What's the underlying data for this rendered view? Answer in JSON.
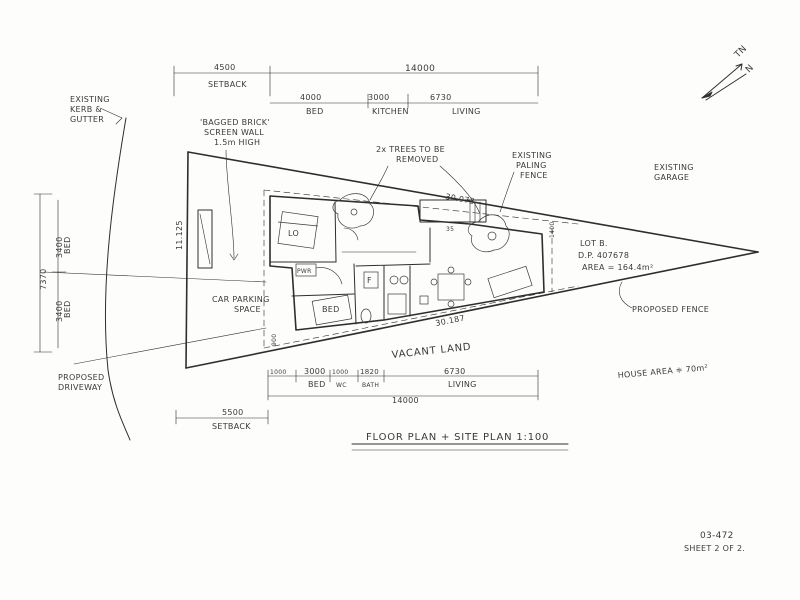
{
  "dimensions_top": {
    "overall": "14000",
    "setback": "4500",
    "setback_label": "SETBACK",
    "segments": [
      {
        "value": "4000",
        "label": "BED"
      },
      {
        "value": "3000",
        "label": "KITCHEN"
      },
      {
        "value": "6730",
        "label": "LIVING"
      }
    ]
  },
  "dimensions_bottom": {
    "overall": "14000",
    "segments": [
      {
        "value": "1000",
        "label": ""
      },
      {
        "value": "3000",
        "label": "BED"
      },
      {
        "value": "1000",
        "label": "WC"
      },
      {
        "value": "1820",
        "label": "BATH"
      },
      {
        "value": "6730",
        "label": "LIVING"
      }
    ],
    "setback": "5500",
    "setback_label": "SETBACK"
  },
  "dimensions_left": {
    "overall": "7370",
    "upper": "3400",
    "upper_label": "BED",
    "lower": "3400",
    "lower_label": "BED"
  },
  "site_dims": {
    "left_boundary": "11.125",
    "top_boundary": "30.073",
    "bottom_boundary": "30.187",
    "east_offset": "1400",
    "west_offset": "900",
    "room_offset": "35"
  },
  "room_labels": {
    "lounge": "LO",
    "bed_lower": "BED",
    "fridge": "F",
    "pwr": "PWR"
  },
  "annotations": {
    "existing_kerb": [
      "EXISTING",
      "KERB &",
      "GUTTER"
    ],
    "bagged_brick": [
      "'BAGGED BRICK'",
      "SCREEN WALL",
      "1.5m HIGH"
    ],
    "trees": [
      "2x TREES TO BE",
      "REMOVED"
    ],
    "paling_fence": [
      "EXISTING",
      "PALING",
      "FENCE"
    ],
    "garage": [
      "EXISTING",
      "GARAGE"
    ],
    "car_parking": [
      "CAR PARKING",
      "SPACE"
    ],
    "vacant_land": "VACANT LAND",
    "proposed_driveway": [
      "PROPOSED",
      "DRIVEWAY"
    ],
    "proposed_fence": "PROPOSED FENCE",
    "house_area": "HOUSE AREA ≑ 70m²"
  },
  "lot": {
    "name": "LOT B.",
    "dp": "D.P. 407678",
    "area": "AREA = 164.4m²"
  },
  "north": {
    "label_top": "TN",
    "label_bottom": "N"
  },
  "title": "FLOOR PLAN + SITE PLAN  1:100",
  "sheet": {
    "number": "03-472",
    "label": "SHEET 2 OF 2."
  }
}
